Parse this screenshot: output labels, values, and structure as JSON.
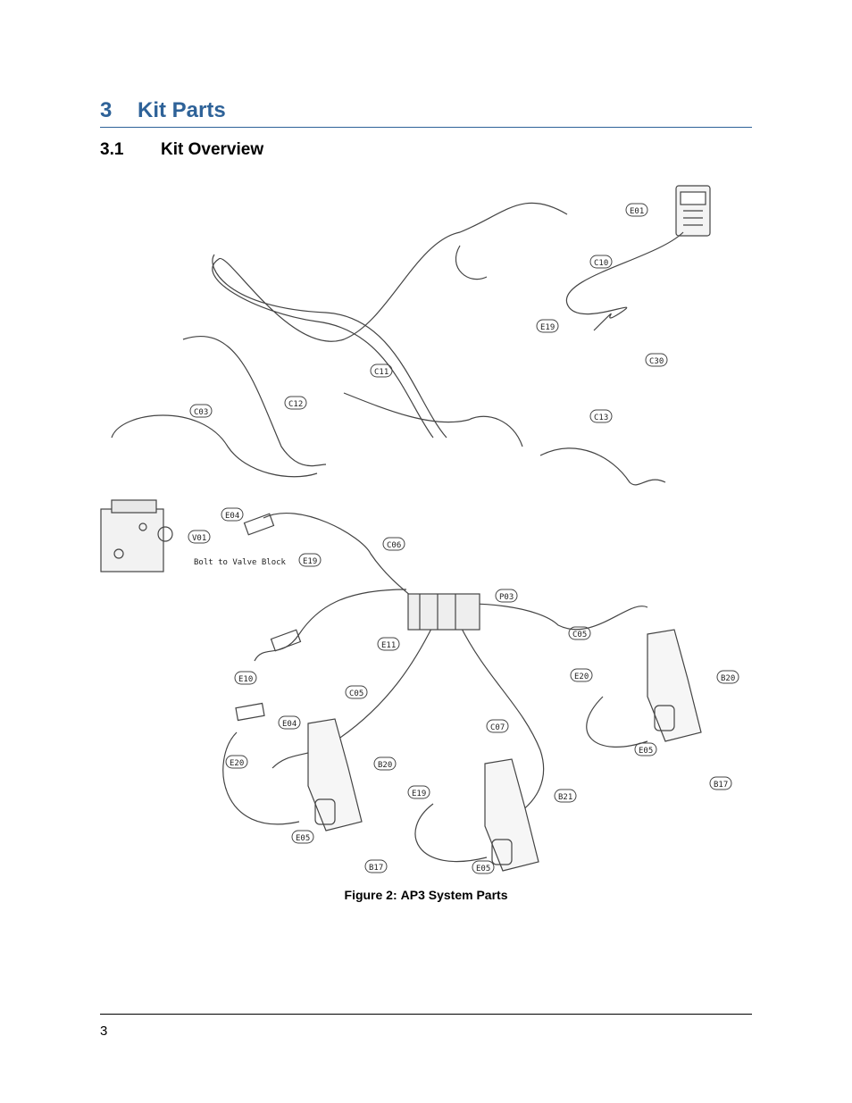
{
  "heading": {
    "number": "3",
    "title": "Kit Parts",
    "color": "#2e6298"
  },
  "subheading": {
    "number": "3.1",
    "title": "Kit Overview"
  },
  "figure": {
    "caption_label": "Figure 2:",
    "caption_text": "AP3 System Parts",
    "callouts": [
      "E01",
      "C10",
      "E19",
      "C30",
      "C11",
      "C12",
      "C03",
      "C13",
      "E04",
      "E19",
      "C06",
      "V01",
      "P03",
      "C05",
      "E11",
      "E10",
      "C05",
      "E04",
      "E20",
      "B20",
      "E20",
      "C07",
      "B20",
      "E05",
      "B17",
      "B21",
      "E19",
      "E05",
      "B17",
      "E05"
    ],
    "annotation": "Bolt to Valve Block"
  },
  "footer": {
    "page_number": "3"
  }
}
